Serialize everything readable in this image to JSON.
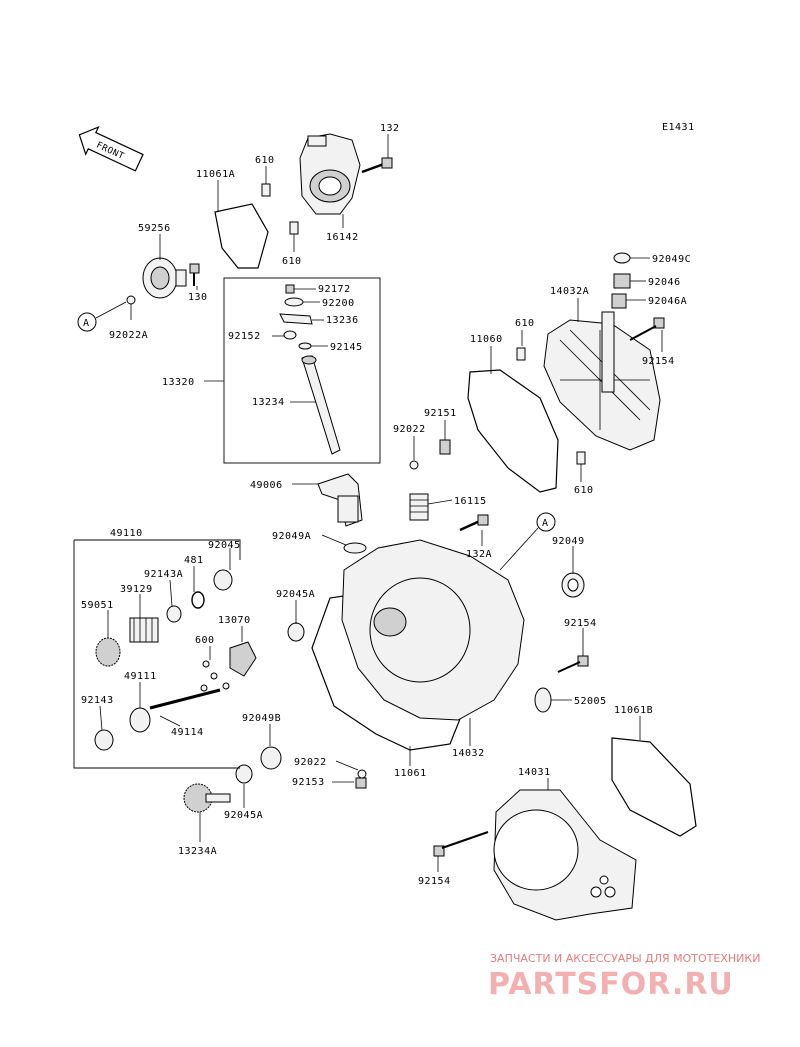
{
  "diagram_code": "E1431",
  "front_label": "FRONT",
  "callout_a_1": "A",
  "callout_a_2": "A",
  "watermark": {
    "tagline": "ЗАПЧАСТИ И АКСЕССУАРЫ ДЛЯ МОТОТЕХНИКИ",
    "logo": "PARTSFOR.RU"
  },
  "labels": {
    "p132": "132",
    "p610a": "610",
    "p11061A": "11061A",
    "p16142": "16142",
    "p610b": "610",
    "p59256": "59256",
    "p130": "130",
    "p92022A": "92022A",
    "p92172": "92172",
    "p92200": "92200",
    "p13236": "13236",
    "p92152": "92152",
    "p92145": "92145",
    "p13320": "13320",
    "p13234": "13234",
    "p92049C": "92049C",
    "p92046": "92046",
    "p14032A": "14032A",
    "p92046A": "92046A",
    "p610c": "610",
    "p11060": "11060",
    "p92154a": "92154",
    "p92151": "92151",
    "p92022a": "92022",
    "p610d": "610",
    "p49006": "49006",
    "p16115": "16115",
    "p132A": "132A",
    "p92049A": "92049A",
    "p49110": "49110",
    "p92045a": "92045",
    "p481": "481",
    "p92143A": "92143A",
    "p39129": "39129",
    "p59051": "59051",
    "p92045A_1": "92045A",
    "p13070": "13070",
    "p600": "600",
    "p49111": "49111",
    "p92143": "92143",
    "p49114": "49114",
    "p92049": "92049",
    "p92154b": "92154",
    "p52005": "52005",
    "p11061B": "11061B",
    "p92049B": "92049B",
    "p92022b": "92022",
    "p11061": "11061",
    "p14032": "14032",
    "p92153": "92153",
    "p14031": "14031",
    "p92045A_2": "92045A",
    "p13234A": "13234A",
    "p92154c": "92154"
  }
}
